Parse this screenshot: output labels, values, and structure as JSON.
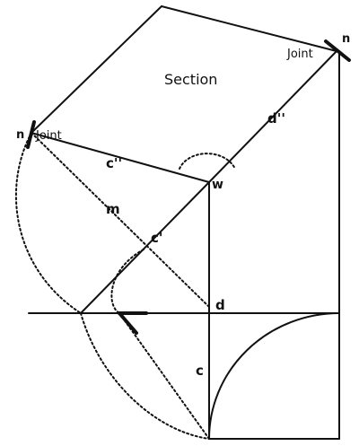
{
  "labels": {
    "section": "Section",
    "joint_left": "Joint",
    "joint_right": "Joint",
    "n_left": "n",
    "n_right": "n",
    "c_double_prime": "c''",
    "d_double_prime": "d''",
    "c_prime": "c'",
    "m": "m",
    "w": "w",
    "d": "d",
    "c": "c"
  },
  "colors": {
    "ink": "#111111",
    "paper": "#ffffff"
  }
}
